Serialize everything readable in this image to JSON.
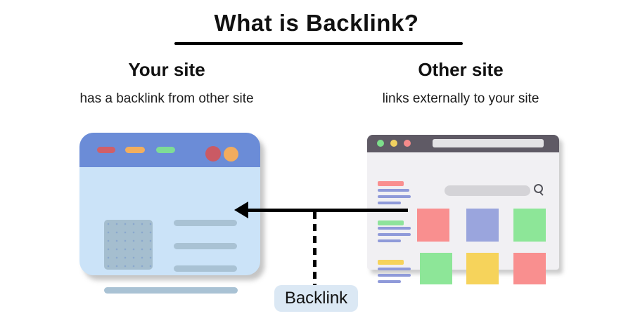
{
  "title": "What is Backlink?",
  "left_column": {
    "heading": "Your site",
    "subtitle": "has a backlink from other site"
  },
  "right_column": {
    "heading": "Other site",
    "subtitle": "links externally to your site"
  },
  "left_site": {
    "header_bg": "#6b8cd7",
    "body_bg": "#cbe3f8",
    "nav_pills": [
      "#d05f68",
      "#f2ae5e",
      "#7edc96"
    ],
    "header_buttons": [
      "#ca5a64",
      "#f2ac5e"
    ],
    "placeholder_bg": "#a5becf",
    "text_line_color": "#a9c2d4"
  },
  "right_site": {
    "header_bg": "#5f5a65",
    "body_bg": "#f1f0f3",
    "traffic_lights": [
      "#7dde8b",
      "#f0d060",
      "#f58b8b"
    ],
    "address_bar_bg": "#e3e2e5",
    "search_bar_bg": "#d4d3d7",
    "search_icon_color": "#55555c",
    "sidebar_bars": [
      "#f98f8f",
      "#8ee39b",
      "#f6d35b"
    ],
    "sidebar_line_color": "#8f9ad9",
    "grid_squares": [
      "#f98f8f",
      "#9aa5dd",
      "#8de698",
      "#8de698",
      "#f6d35b",
      "#f98f8f"
    ]
  },
  "connector": {
    "label": "Backlink",
    "label_bg": "#dbe8f4",
    "arrow_color": "#000000"
  }
}
